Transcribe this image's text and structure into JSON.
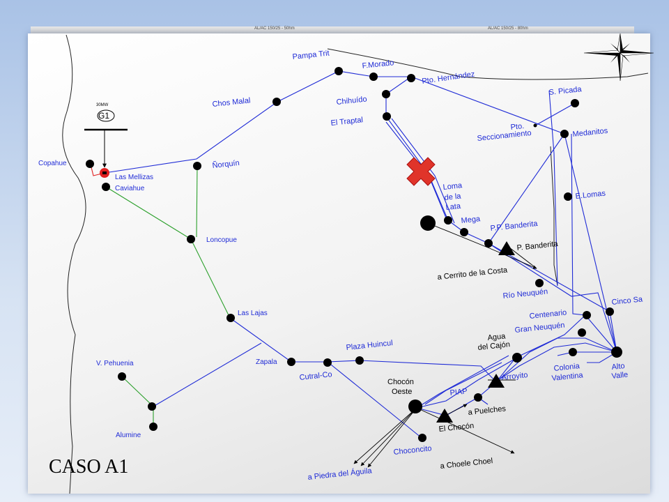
{
  "header": {
    "line_label_1": "AL/AC 150/25 - 50hm",
    "line_label_2": "AL/AC 150/25 - 80hm"
  },
  "case_label": "CASO A1",
  "generator": {
    "power": "30MW",
    "name": "G1"
  },
  "labels": {
    "copahue": "Copahue",
    "las_mellizas": "Las Mellizas",
    "caviahue": "Caviahue",
    "pampa_trit": "Pampa Trit",
    "f_morado": "F.Morado",
    "pto_hernandez": "Pto. Hernández",
    "chos_malal": "Chos Malal",
    "chihuido": "Chihuído",
    "el_traptal": "El Traptal",
    "s_picada": "S. Picada",
    "pto_seccionamiento_1": "Pto.",
    "pto_seccionamiento_2": "Seccionamiento",
    "medanitos": "Medanitos",
    "norquin": "Ñorquín",
    "loma_1": "Loma",
    "loma_2": "de la",
    "loma_3": "Lata",
    "e_lomas": "E.Lomas",
    "mega": "Mega",
    "pp_banderita": "P.P. Banderita",
    "p_banderita": "P. Banderita",
    "loncopue": "Loncopue",
    "cerrito": "a Cerrito de la Costa",
    "rio_neuquen": "Río Neuquén",
    "cinco_saltos": "Cinco Sa",
    "las_lajas": "Las Lajas",
    "centenario": "Centenario",
    "gran_neuquen": "Gran Neuquén",
    "agua_1": "Agua",
    "agua_2": "del Cajón",
    "plaza_huincul": "Plaza Huincul",
    "v_pehuenia": "V. Pehuenia",
    "zapala": "Zapala",
    "cutral_co": "Cutral-Co",
    "chocon_oeste_1": "Chocón",
    "chocon_oeste_2": "Oeste",
    "arroyito": "Arroyito",
    "colonia_1": "Colonia",
    "colonia_2": "Valentina",
    "alto_valle_1": "Alto",
    "alto_valle_2": "Valle",
    "piap": "PIAP",
    "puelches": "a Puelches",
    "el_chocon": "El Chocón",
    "alumine": "Alumine",
    "choconcito": "Choconcito",
    "choele": "a Choele Choel",
    "piedra": "a Piedra del Águila"
  },
  "colors": {
    "line_132kv": "#1f2bd6",
    "line_33kv": "#2ca02c",
    "line_500kv": "#000000",
    "fault_marker": "#e0342a",
    "generator_bus": "#e02020"
  },
  "icons": {
    "compass": "compass-rose-icon",
    "fault": "fault-x-icon"
  }
}
